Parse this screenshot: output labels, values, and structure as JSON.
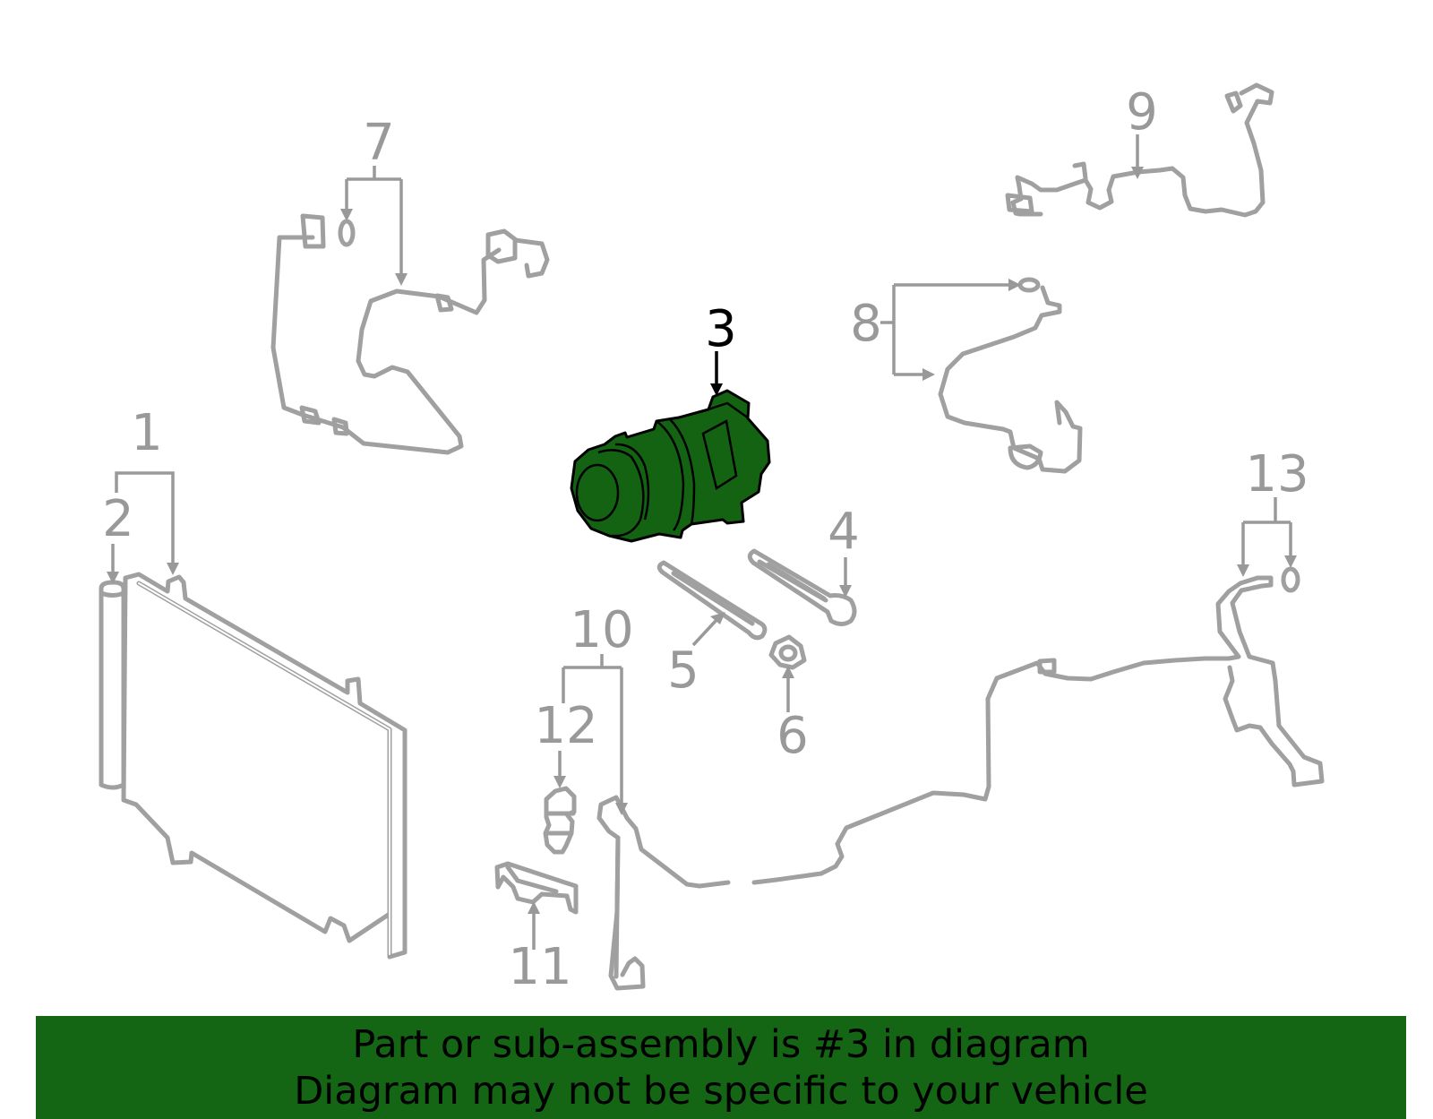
{
  "callouts": {
    "c1": "1",
    "c2": "2",
    "c3": "3",
    "c4": "4",
    "c5": "5",
    "c6": "6",
    "c7": "7",
    "c8": "8",
    "c9": "9",
    "c10": "10",
    "c11": "11",
    "c12": "12",
    "c13": "13"
  },
  "highlighted_part": "3",
  "colors": {
    "highlight": "#136313",
    "banner": "#146514",
    "part_lines": "#a0a0a0",
    "callout_text": "#999999"
  },
  "banner": {
    "line1": "Part or sub-assembly is #3 in diagram",
    "line2": "Diagram may not be specific to your vehicle"
  }
}
